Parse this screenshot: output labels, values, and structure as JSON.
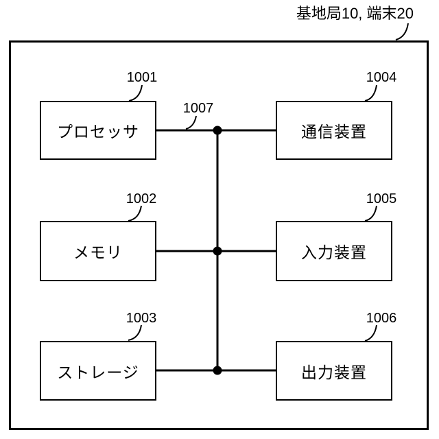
{
  "figure": {
    "title": "基地局10, 端末20",
    "bus_ref": "1007",
    "line_color": "#000000",
    "background_color": "#ffffff"
  },
  "blocks": [
    {
      "ref": "1001",
      "label": "プロセッサ",
      "column": "left",
      "row": 1
    },
    {
      "ref": "1002",
      "label": "メモリ",
      "column": "left",
      "row": 2
    },
    {
      "ref": "1003",
      "label": "ストレージ",
      "column": "left",
      "row": 3
    },
    {
      "ref": "1004",
      "label": "通信装置",
      "column": "right",
      "row": 1
    },
    {
      "ref": "1005",
      "label": "入力装置",
      "column": "right",
      "row": 2
    },
    {
      "ref": "1006",
      "label": "出力装置",
      "column": "right",
      "row": 3
    }
  ]
}
